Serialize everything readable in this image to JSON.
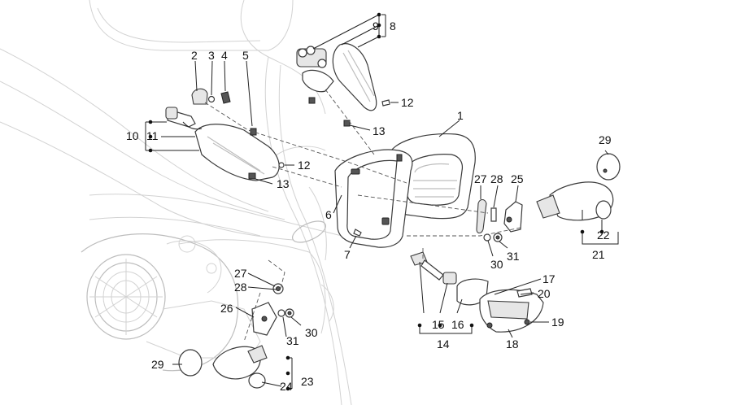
{
  "callouts": {
    "c1": "1",
    "c2": "2",
    "c3": "3",
    "c4": "4",
    "c5": "5",
    "c6": "6",
    "c7": "7",
    "c8": "8",
    "c9": "9",
    "c10": "10",
    "c11": "11",
    "c12a": "12",
    "c12b": "12",
    "c13a": "13",
    "c13b": "13",
    "c14": "14",
    "c15": "15",
    "c16": "16",
    "c17": "17",
    "c18": "18",
    "c19": "19",
    "c20": "20",
    "c21": "21",
    "c22": "22",
    "c23": "23",
    "c24": "24",
    "c25": "25",
    "c26": "26",
    "c27a": "27",
    "c27b": "27",
    "c28a": "28",
    "c28b": "28",
    "c29a": "29",
    "c29b": "29",
    "c30a": "30",
    "c30b": "30",
    "c31a": "31",
    "c31b": "31"
  }
}
